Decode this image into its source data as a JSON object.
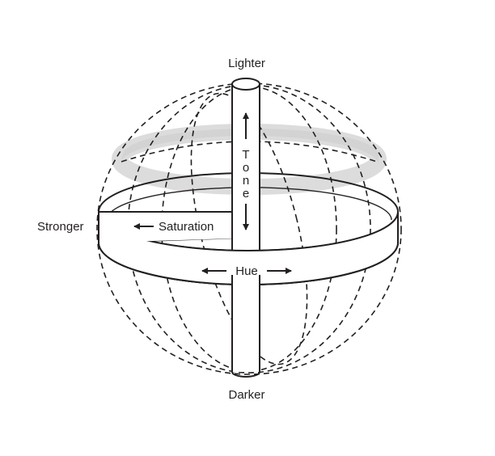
{
  "labels": {
    "top": "Lighter",
    "bottom": "Darker",
    "left": "Stronger",
    "saturation": "Saturation",
    "hue": "Hue",
    "tone": [
      "T",
      "o",
      "n",
      "e"
    ]
  },
  "colors": {
    "stroke": "#231f20",
    "tone_band": "#d6d6d6",
    "background": "#ffffff"
  }
}
